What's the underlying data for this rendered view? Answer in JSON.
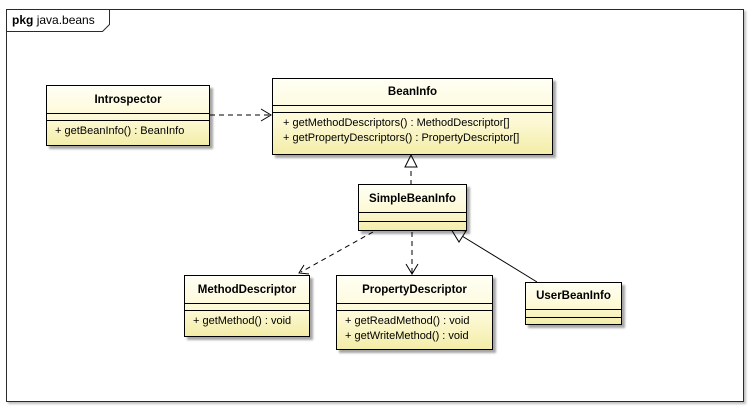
{
  "package": {
    "keyword": "pkg",
    "name": "java.beans"
  },
  "classes": {
    "introspector": {
      "name": "Introspector",
      "operations": [
        "+ getBeanInfo() : BeanInfo"
      ]
    },
    "beaninfo": {
      "name": "BeanInfo",
      "operations": [
        "+ getMethodDescriptors() : MethodDescriptor[]",
        "+ getPropertyDescriptors() : PropertyDescriptor[]"
      ]
    },
    "simplebeaninfo": {
      "name": "SimpleBeanInfo",
      "operations": []
    },
    "methoddescriptor": {
      "name": "MethodDescriptor",
      "operations": [
        "+ getMethod() : void"
      ]
    },
    "propertydescriptor": {
      "name": "PropertyDescriptor",
      "operations": [
        "+ getReadMethod() : void",
        "+ getWriteMethod() : void"
      ]
    },
    "userbeaninfo": {
      "name": "UserBeanInfo",
      "operations": []
    }
  },
  "relationships": [
    {
      "from": "Introspector",
      "to": "BeanInfo",
      "kind": "dependency"
    },
    {
      "from": "SimpleBeanInfo",
      "to": "BeanInfo",
      "kind": "realization"
    },
    {
      "from": "SimpleBeanInfo",
      "to": "MethodDescriptor",
      "kind": "dependency"
    },
    {
      "from": "SimpleBeanInfo",
      "to": "PropertyDescriptor",
      "kind": "dependency"
    },
    {
      "from": "UserBeanInfo",
      "to": "SimpleBeanInfo",
      "kind": "generalization"
    }
  ]
}
